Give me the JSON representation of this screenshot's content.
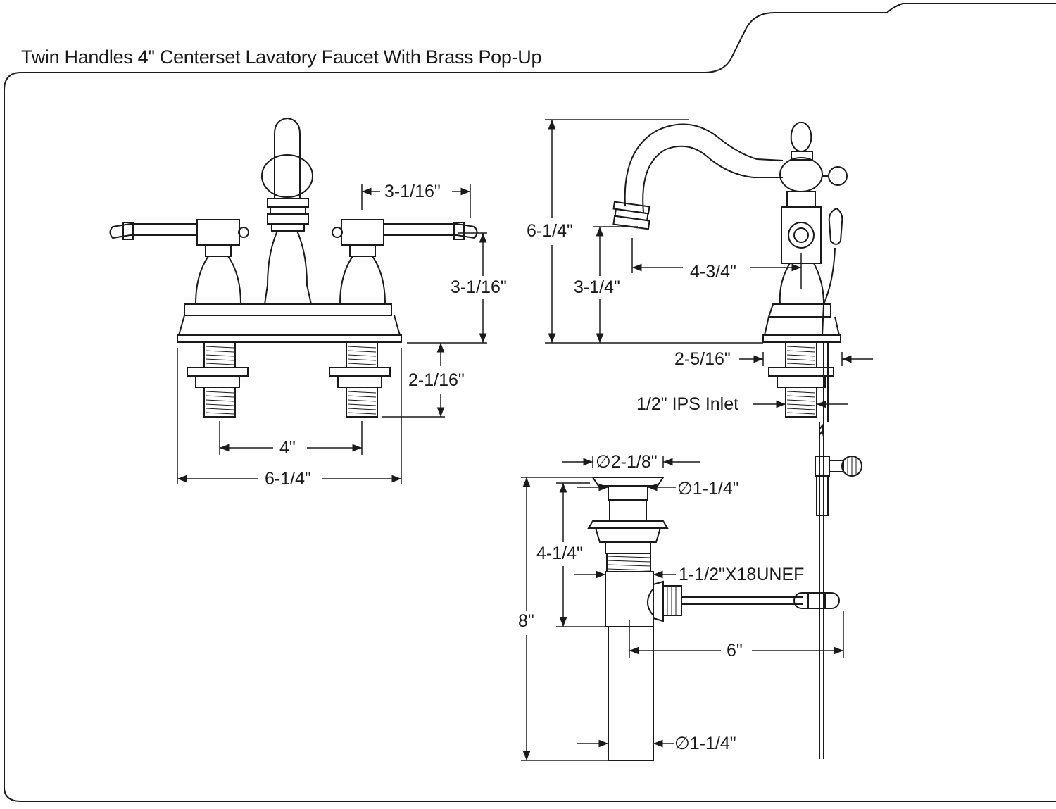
{
  "title": "Twin Handles 4\" Centerset Lavatory Faucet With Brass Pop-Up",
  "front_view": {
    "handle_reach": "3-1/16\"",
    "height": "3-1/16\"",
    "shank_length": "2-1/16\"",
    "centers": "4\"",
    "overall_width": "6-1/4\""
  },
  "side_view": {
    "overall_height": "6-1/4\"",
    "spout_height": "3-1/4\"",
    "spout_reach": "4-3/4\"",
    "base_depth": "2-5/16\"",
    "inlet": "1/2\" IPS Inlet"
  },
  "drain": {
    "flange_diameter": "∅2-1/8\"",
    "stopper_diameter": "∅1-1/4\"",
    "body_height": "4-1/4\"",
    "thread": "1-1/2\"X18UNEF",
    "total_height": "8\"",
    "rod_length": "6\"",
    "tail_diameter": "∅1-1/4\""
  },
  "colors": {
    "line": "#1a1a1a",
    "background": "#ffffff"
  }
}
